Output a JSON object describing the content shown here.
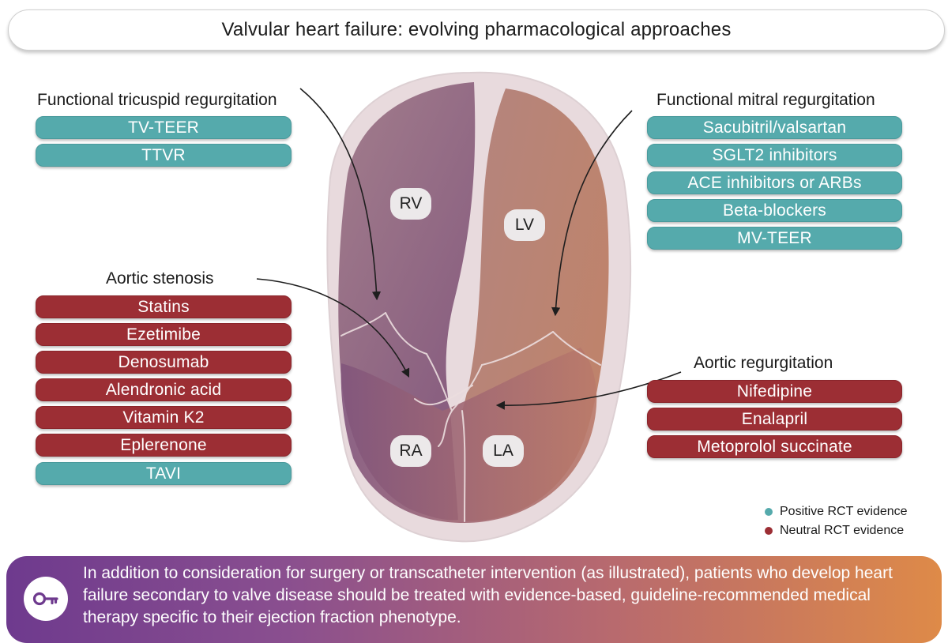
{
  "title": "Valvular heart failure: evolving pharmacological approaches",
  "chambers": {
    "rv": "RV",
    "lv": "LV",
    "ra": "RA",
    "la": "LA"
  },
  "colors": {
    "positive": "#55aaac",
    "neutral": "#9c2e34"
  },
  "groups": {
    "tricuspid": {
      "title": "Functional tricuspid regurgitation",
      "items": [
        {
          "label": "TV-TEER",
          "evidence": "positive"
        },
        {
          "label": "TTVR",
          "evidence": "positive"
        }
      ]
    },
    "aortic_stenosis": {
      "title": "Aortic stenosis",
      "items": [
        {
          "label": "Statins",
          "evidence": "neutral"
        },
        {
          "label": "Ezetimibe",
          "evidence": "neutral"
        },
        {
          "label": "Denosumab",
          "evidence": "neutral"
        },
        {
          "label": "Alendronic acid",
          "evidence": "neutral"
        },
        {
          "label": "Vitamin K2",
          "evidence": "neutral"
        },
        {
          "label": "Eplerenone",
          "evidence": "neutral"
        },
        {
          "label": "TAVI",
          "evidence": "positive"
        }
      ]
    },
    "mitral": {
      "title": "Functional mitral regurgitation",
      "items": [
        {
          "label": "Sacubitril/valsartan",
          "evidence": "positive"
        },
        {
          "label": "SGLT2 inhibitors",
          "evidence": "positive"
        },
        {
          "label": "ACE inhibitors or ARBs",
          "evidence": "positive"
        },
        {
          "label": "Beta-blockers",
          "evidence": "positive"
        },
        {
          "label": "MV-TEER",
          "evidence": "positive"
        }
      ]
    },
    "aortic_regurgitation": {
      "title": "Aortic regurgitation",
      "items": [
        {
          "label": "Nifedipine",
          "evidence": "neutral"
        },
        {
          "label": "Enalapril",
          "evidence": "neutral"
        },
        {
          "label": "Metoprolol succinate",
          "evidence": "neutral"
        }
      ]
    }
  },
  "legend": {
    "positive": "Positive RCT evidence",
    "neutral": "Neutral RCT evidence"
  },
  "key_icon": "key-icon",
  "bottom_text": "In addition to consideration for surgery or transcatheter intervention (as illustrated), patients who develop heart failure secondary to valve disease should be treated with evidence-based, guideline-recommended medical therapy specific to their ejection fraction phenotype."
}
